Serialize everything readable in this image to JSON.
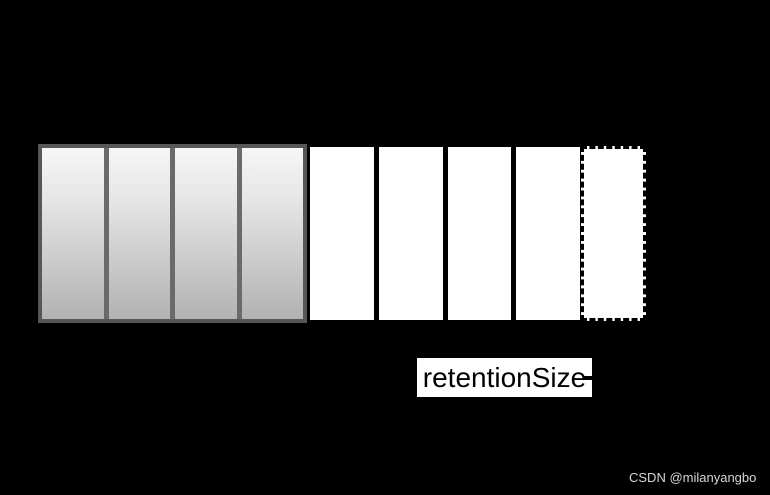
{
  "page": {
    "background_color": "#000000"
  },
  "diagram": {
    "label": "retentionSize",
    "gray_group": {
      "segment_count": 4,
      "border_color": "#575757",
      "divider_color": "#6a6a6a",
      "gradient_top": "#f6f6f6",
      "gradient_bottom": "#b2b2b2"
    },
    "white_blocks": {
      "count": 4,
      "fill": "#ffffff"
    },
    "dashed_block": {
      "count": 1,
      "fill": "#ffffff",
      "border_style": "dashed",
      "border_color": "#000000"
    }
  },
  "watermark": {
    "text": "CSDN @milanyangbo",
    "color": "#d6d6d6"
  }
}
